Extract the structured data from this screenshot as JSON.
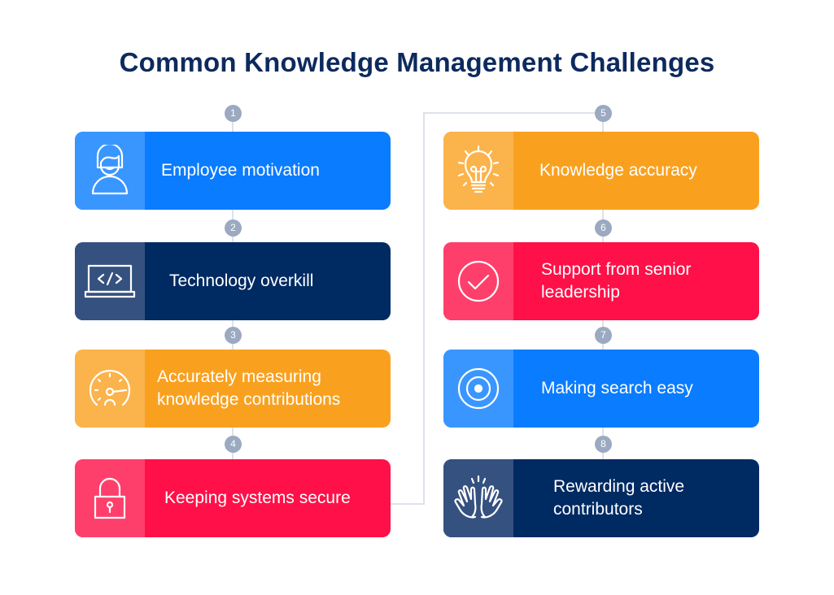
{
  "title": "Common Knowledge Management Challenges",
  "steps": [
    {
      "num": "1",
      "label": "Employee motivation",
      "icon": "person-icon",
      "color": "#0a7cff"
    },
    {
      "num": "2",
      "label": "Technology overkill",
      "icon": "laptop-code-icon",
      "color": "#002a62"
    },
    {
      "num": "3",
      "label": "Accurately measuring knowledge contributions",
      "icon": "gauge-icon",
      "color": "#f9a11f"
    },
    {
      "num": "4",
      "label": "Keeping systems secure",
      "icon": "lock-icon",
      "color": "#ff1048"
    },
    {
      "num": "5",
      "label": "Knowledge accuracy",
      "icon": "lightbulb-icon",
      "color": "#f9a11f"
    },
    {
      "num": "6",
      "label": "Support from senior leadership",
      "icon": "check-circle-icon",
      "color": "#ff1048"
    },
    {
      "num": "7",
      "label": "Making search easy",
      "icon": "target-icon",
      "color": "#0a7cff"
    },
    {
      "num": "8",
      "label": "Rewarding active contributors",
      "icon": "high-five-icon",
      "color": "#002a62"
    }
  ]
}
